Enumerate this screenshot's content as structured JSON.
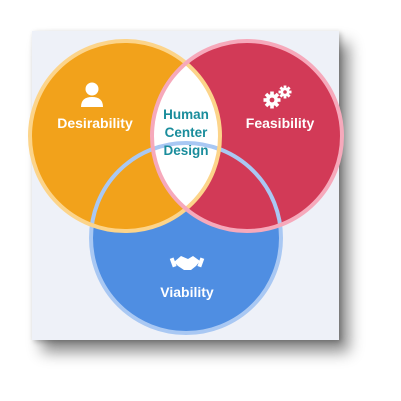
{
  "diagram": {
    "background_color": "#eef1f8",
    "circles": [
      {
        "id": "desirability",
        "label": "Desirability",
        "icon": "person-icon",
        "fill": "#f2a21b",
        "stroke": "#fcd48a"
      },
      {
        "id": "feasibility",
        "label": "Feasibility",
        "icon": "gears-icon",
        "fill": "#d23a57",
        "stroke": "#f6a9bb"
      },
      {
        "id": "viability",
        "label": "Viability",
        "icon": "handshake-icon",
        "fill": "#4f8ee2",
        "stroke": "#a9c8f3"
      }
    ],
    "center": {
      "lines": [
        "Human",
        "Center",
        "Design"
      ],
      "fill": "#ffffff",
      "text_color": "#1a8d9c"
    }
  }
}
